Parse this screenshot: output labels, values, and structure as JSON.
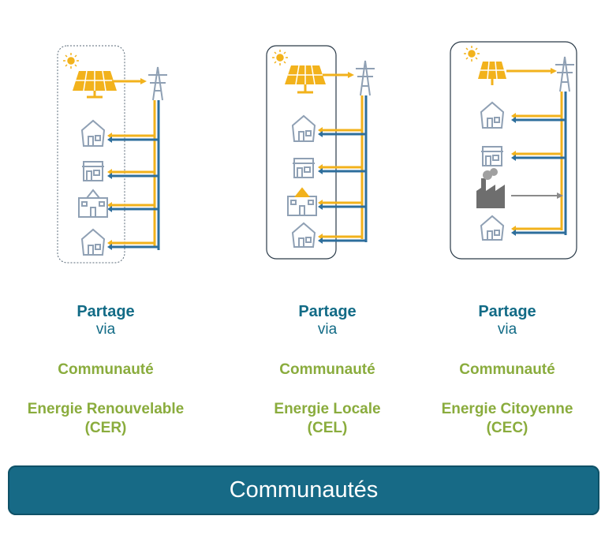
{
  "colors": {
    "teal": "#126b86",
    "green": "#8aac3d",
    "banner": "#176a86",
    "orange": "#f2b21c",
    "blue": "#2d6e9c",
    "icon": "#8fa0b4"
  },
  "columns": [
    {
      "id": "cer",
      "title": "Partage",
      "via": "via",
      "community": "Communauté",
      "line1": "Energie Renouvelable",
      "line2": "(CER)"
    },
    {
      "id": "cel",
      "title": "Partage",
      "via": "via",
      "community": "Communauté",
      "line1": "Energie Locale",
      "line2": "(CEL)"
    },
    {
      "id": "cec",
      "title": "Partage",
      "via": "via",
      "community": "Communauté",
      "line1": "Energie Citoyenne",
      "line2": "(CEC)"
    }
  ],
  "banner": {
    "label": "Communautés"
  },
  "icons": [
    "sun-icon",
    "solar-panel-icon",
    "pylon-icon",
    "house-icon",
    "shop-icon",
    "school-icon",
    "factory-icon"
  ]
}
